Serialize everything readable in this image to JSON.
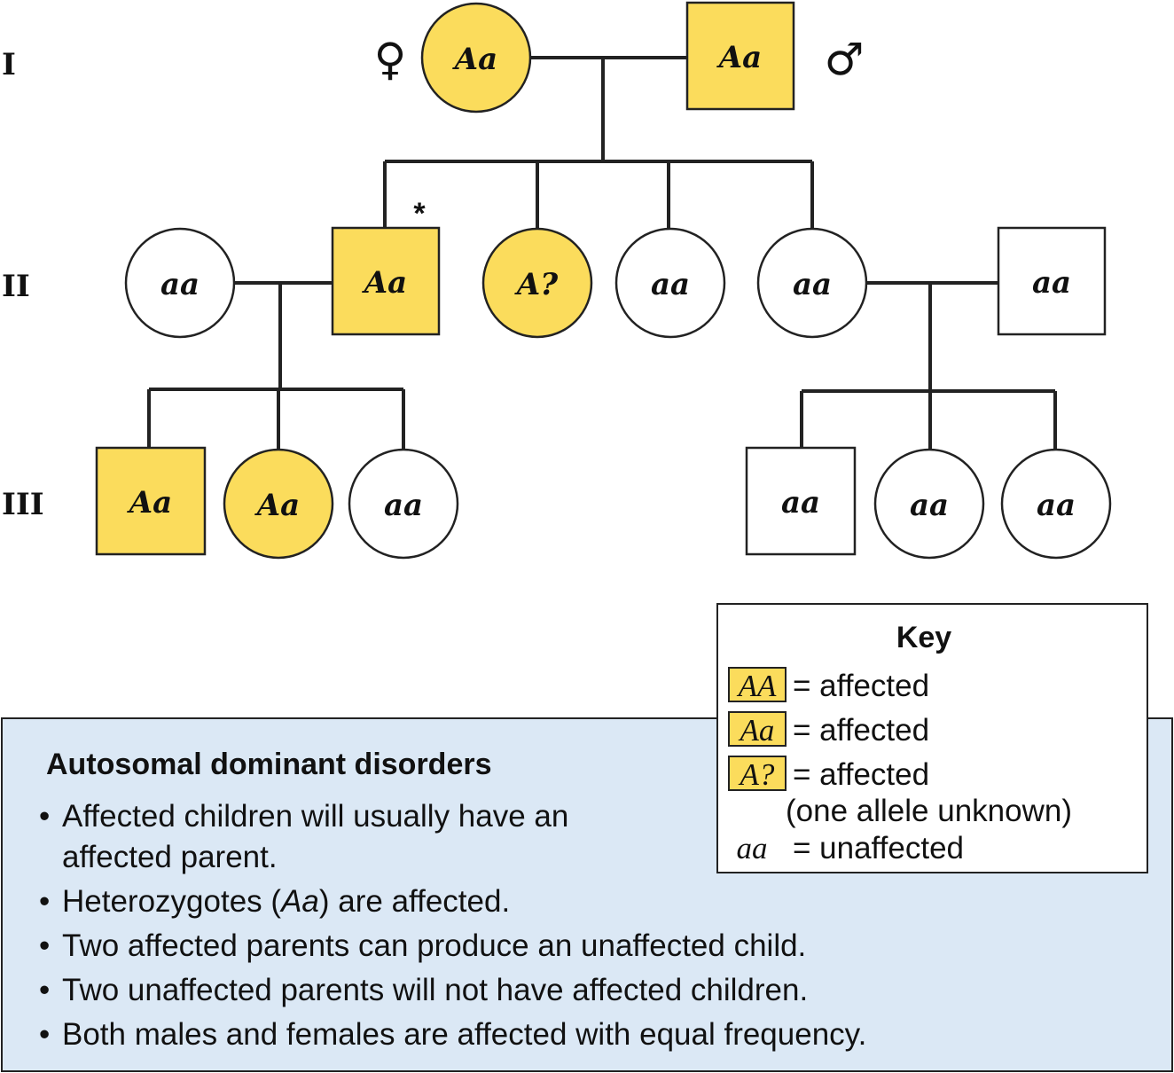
{
  "colors": {
    "affected": "#fbdc5c",
    "unaffected": "#ffffff",
    "panel_bg": "#dbe8f5",
    "stroke": "#222222"
  },
  "generations": [
    "I",
    "II",
    "III"
  ],
  "sex_symbols": {
    "female": "♀",
    "male": "♂"
  },
  "proband_marker": "*",
  "individuals": {
    "gen1_mother": {
      "genotype": "Aa",
      "sex": "female",
      "affected": true
    },
    "gen1_father": {
      "genotype": "Aa",
      "sex": "male",
      "affected": true
    },
    "gen2_spouse_left": {
      "genotype": "aa",
      "sex": "female",
      "affected": false
    },
    "gen2_son": {
      "genotype": "Aa",
      "sex": "male",
      "affected": true
    },
    "gen2_daughter_1": {
      "genotype": "A?",
      "sex": "female",
      "affected": true
    },
    "gen2_daughter_2": {
      "genotype": "aa",
      "sex": "female",
      "affected": false
    },
    "gen2_daughter_3": {
      "genotype": "aa",
      "sex": "female",
      "affected": false
    },
    "gen2_spouse_right": {
      "genotype": "aa",
      "sex": "male",
      "affected": false
    },
    "gen3_left_son": {
      "genotype": "Aa",
      "sex": "male",
      "affected": true
    },
    "gen3_left_daughter_1": {
      "genotype": "Aa",
      "sex": "female",
      "affected": true
    },
    "gen3_left_daughter_2": {
      "genotype": "aa",
      "sex": "female",
      "affected": false
    },
    "gen3_right_son": {
      "genotype": "aa",
      "sex": "male",
      "affected": false
    },
    "gen3_right_daughter_1": {
      "genotype": "aa",
      "sex": "female",
      "affected": false
    },
    "gen3_right_daughter_2": {
      "genotype": "aa",
      "sex": "female",
      "affected": false
    }
  },
  "key": {
    "title": "Key",
    "entries": [
      {
        "genotype": "AA",
        "text": "= affected",
        "highlighted": true
      },
      {
        "genotype": "Aa",
        "text": "= affected",
        "highlighted": true
      },
      {
        "genotype": "A?",
        "text": "= affected",
        "note": "(one allele unknown)",
        "highlighted": true
      },
      {
        "genotype": "aa",
        "text": "= unaffected",
        "highlighted": false
      }
    ]
  },
  "info_box": {
    "title": "Autosomal dominant disorders",
    "bullets": [
      {
        "lines": [
          "Affected children will usually have an",
          "affected parent."
        ]
      },
      {
        "pre": "Heterozygotes (",
        "italic": "Aa",
        "post": ") are affected."
      },
      {
        "lines": [
          "Two affected parents can produce an unaffected child."
        ]
      },
      {
        "lines": [
          "Two unaffected parents will not have affected children."
        ]
      },
      {
        "lines": [
          "Both males and females are affected with equal frequency."
        ]
      }
    ],
    "bullet_char": "•"
  }
}
